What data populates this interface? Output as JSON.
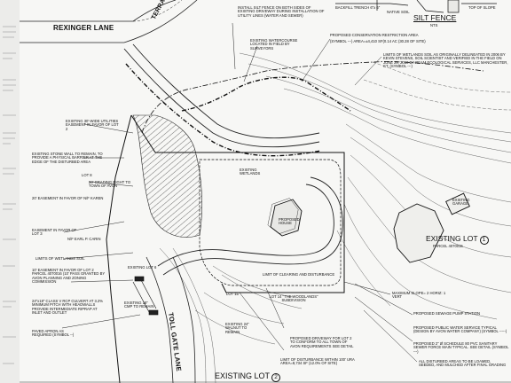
{
  "roads": {
    "rexinger": "REXINGER LANE",
    "terrace": "TERRACE DRIVE",
    "tollgate": "TOLL GATE LANE"
  },
  "details": {
    "silt_fence_title": "SILT FENCE",
    "silt_fence_sub": "NTS",
    "backfill_note": "BACKFILL TRENCH 6\"x 6\"",
    "native_soil": "NATIVE SOIL",
    "top_slope": "TOP OF SLOPE"
  },
  "notes": {
    "silt_fence_install": "INSTALL SILT FENCE ON BOTH SIDES OF EXISTING DRIVEWAY DURING INSTALLATION OF UTILITY LINES (WATER AND SEWER)",
    "existing_watercourse": "EXISTING WATERCOURSE LOCATED IN FIELD BY SURVEYORS",
    "conservation_area": "PROPOSED CONSERVATION RESTRICTION AREA",
    "symbol_area": "(SYMBOL ---) AREA=±4,410 SF(0.14 AC (30.28 OF SITE)",
    "wetlands_limits": "LIMITS OF WETLANDS SOIL AS ORIGINALLY DELINEATED IN 2006 BY KEVIN STEVENS, SOIL SCIENTIST AND VERIFIED IN THE FIELD ON JUNE 29, 2010 BY REAM ECOLOGICAL SERVICES, LLC MANCHESTER, CT. (SYMBOL ---)",
    "utilities_easement": "EXISTING 30'-WIDE UTILITIES EASEMENT IN FAVOR OF LOT 2",
    "stone_wall": "EXISTING STONE WALL TO REMAIN, TO PROVIDE A PHYSICAL BARRIER AT THE EDGE OF THE DISTURBED AREA",
    "grading_right": "20' GRADING RIGHT TO TOWN OF AVON",
    "easement_favor": "20' EASEMENT IN FAVOR OF N/F KAREN",
    "easement_favor_lot": "EASEMENT IN FAVOR OF LOT 3",
    "wetlands_soil": "LIMITS OF WETLANDS SOIL",
    "easement_lot2": "10' EASEMENT IN FAVOR OF LOT 2 PARCEL 4070016 (10' PASS GRANTED BY AVON PLANNING AND ZONING COMMISSION",
    "culvert": "24\"x18\" CLASS V RCP CULVERT AT 3.2% MINIMUM PITCH WITH HEADWALLS PROVIDE INTERMEDIATE RIPRAP AT INLET AND OUTLET",
    "paved_apron": "PAVED APRON AS REQUIRED (SYMBOL --)",
    "existing_18": "EXISTING 18\" CMP TO REMAIN",
    "walnut": "EXISTING 24\" WALNUT TO REMAIN",
    "existing_lot6": "EXISTING LOT 6",
    "max_slope": "MAXIMUM SLOPE= 2 HORIZ: 1 VERT",
    "sewage_pump": "PROPOSED SEWAGE PUMP STATION",
    "water_service": "PROPOSED PUBLIC WATER SERVICE TYPICAL (DESIGN BY AVON WATER COMPANY) (SYMBOL -----)",
    "sewer_force": "PROPOSED 2\" Ø SCHEDULE 80 PVC SANITARY SEWER FORCE MAIN TYPICAL. SEE DETAIL (SYMBOL ---)",
    "disturbed": "ALL DISTURBED AREAS TO BE LOAMED, SEEDED, AND MULCHED AFTER FINAL GRADING",
    "driveway": "PROPOSED DRIVEWAY FOR LOT 2 TO CONFORM TO ALL TOWN OF AVON REQUIREMENTS SEE DETAIL",
    "limit_disturbance": "LIMIT OF DISTURBANCE WITHIN 100' URA AREA=8,734 SF (12.0% OF SITE)",
    "lot14": "LOT 14 \"THE WOODLANDS\" SUBDIVISION",
    "lot15": "LOT 15",
    "lot8": "LOT 8",
    "clearing": "LIMIT OF CLEARING AND DISTURBANCE",
    "owner": "N/F EARL P. CARIN",
    "existing_wetlands": "EXISTING WETLANDS",
    "existing_garage": "EXISTING GARAGE",
    "proposed_house": "PROPOSED HOUSE",
    "parcel_lot1": "PARCEL 4070015",
    "existing_lot1_label": "EXISTING LOT",
    "existing_lot1_num": "1",
    "existing_lot2_label": "EXISTING LOT",
    "existing_lot2_num": "2"
  }
}
